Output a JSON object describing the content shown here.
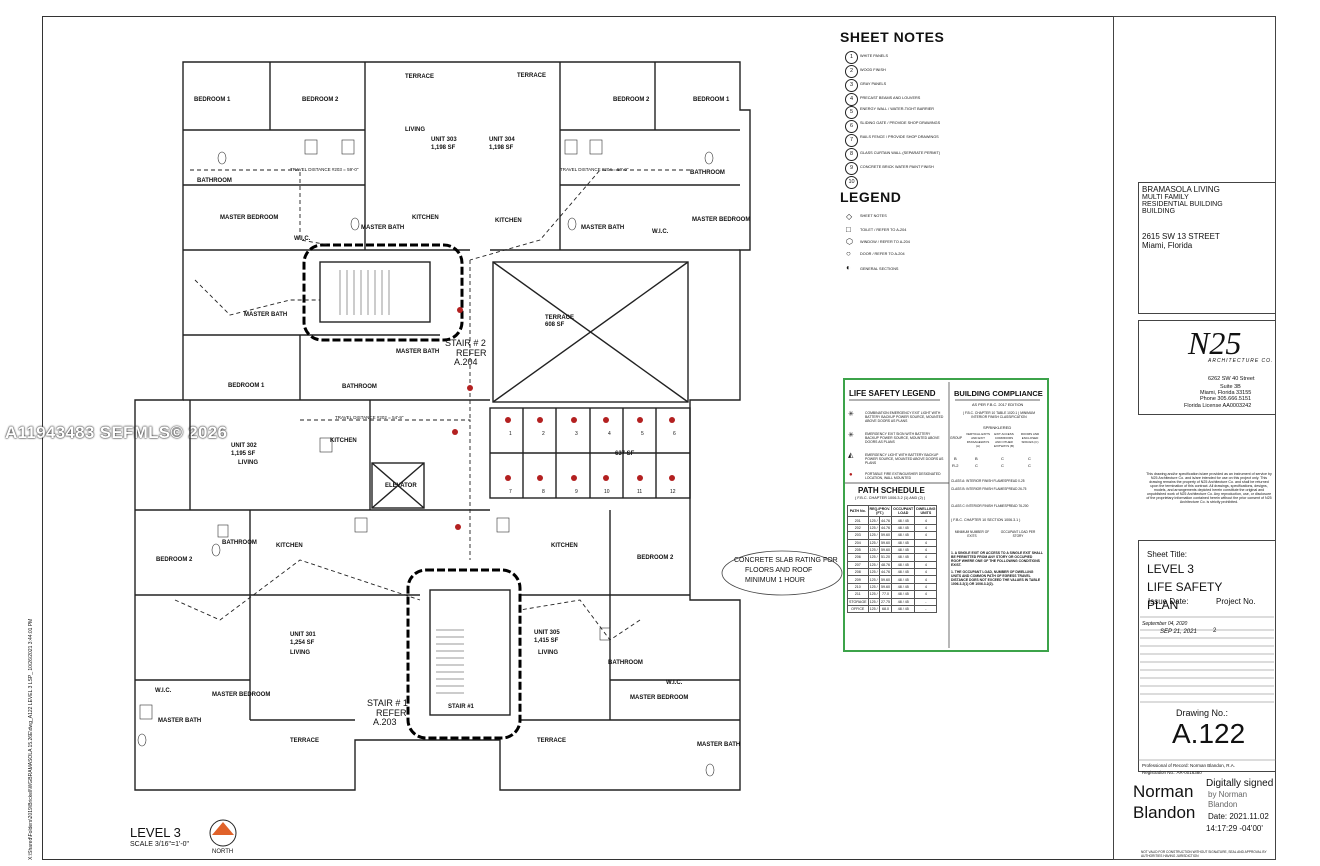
{
  "watermark": "A11943483  SEFMLS© 2026",
  "sheet_notes": {
    "title": "SHEET NOTES",
    "items": [
      {
        "n": "1",
        "text": "WHITE PANELS"
      },
      {
        "n": "2",
        "text": "WOOD FINISH"
      },
      {
        "n": "3",
        "text": "GRAY PANELS"
      },
      {
        "n": "4",
        "text": "PRECAST BEAMS AND LOUVERS"
      },
      {
        "n": "5",
        "text": "ENERGY WALL / WATER-TIGHT BARRIER"
      },
      {
        "n": "6",
        "text": "SLIDING GATE / PROVIDE SHOP DRAWINGS"
      },
      {
        "n": "7",
        "text": "RAILS FENCE / PROVIDE SHOP DRAWINGS"
      },
      {
        "n": "8",
        "text": "GLASS CURTAIN WALL (SEPARATE PERMIT)"
      },
      {
        "n": "9",
        "text": "CONCRETE BRICK WATER PAINT FINISH"
      },
      {
        "n": "10",
        "text": ""
      }
    ]
  },
  "legend": {
    "title": "LEGEND",
    "items": [
      "SHEET NOTES",
      "TOILET / REFER TO A-204",
      "WINDOW / REFER TO A-204",
      "DOOR / REFER TO A-204",
      "GENERAL SECTIONS"
    ]
  },
  "life_safety_legend": {
    "title": "LIFE SAFETY LEGEND",
    "items": [
      "COMBINATION EMERGENCY EXIT LIGHT WITH BATTERY BACKUP POWER SOURCE, MOUNTED ABOVE DOORS AS PLANS",
      "EMERGENCY EXIT SIGN WITH BATTERY BACKUP POWER SOURCE, MOUNTED ABOVE DOORS AS PLANS",
      "EMERGENCY LIGHT WITH BATTERY BACKUP POWER SOURCE, MOUNTED ABOVE DOORS AS PLANS",
      "PORTABLE FIRE EXTINGUISHER DESIGNATED LOCATION, WALL MOUNTED"
    ]
  },
  "building_compliance": {
    "title": "BUILDING COMPLIANCE",
    "subtitle": "AS PER F.B.C. 2017 EDITION",
    "note1": "( F.B.C. CHAPTER 10 TABLE 1020.1 ) MINIMUM INTERIOR FINISH CLASSIFICATION",
    "sprinklered": "SPRINKLERED",
    "headers": [
      "GROUP",
      "VERTICAL EXITS AND EXIT PASSAGEWAYS (A)",
      "EXIT ACCESS CORRIDORS AND OTHER EXITWAYS (B)",
      "ROOMS AND ENCLOSED SPACES (C)"
    ],
    "rows": [
      [
        "B",
        "B",
        "C",
        "C"
      ],
      [
        "R-2",
        "C",
        "C",
        "C"
      ]
    ],
    "notes": [
      "CLASS A: INTERIOR FINISH FLAMESPREAD 0-25",
      "CLASS B: INTERIOR FINISH FLAMESPREAD 26-75",
      "CLASS C: INTERIOR FINISH FLAMESPREAD 76-200"
    ],
    "egress_title": "( F.B.C. CHAPTER 10 SECTION 1006.3.1 )",
    "egress_cols": [
      "MINIMUM NUMBER OF EXITS",
      "OCCUPANT LOAD PER STORY"
    ],
    "egress_text1": "1. A SINGLE EXIT OR ACCESS TO A SINGLE EXIT SHALL BE PERMITTED FROM ANY STORY OR OCCUPIED ROOF WHERE ONE OF THE FOLLOWING CONDITIONS EXIST.",
    "egress_text2": "1. THE OCCUPANT LOAD, NUMBER OF DWELLING UNITS AND COMMON PATH OF EGRESS TRAVEL DISTANCE DOES NOT EXCEED THE VALUES IN TABLE 1006.3.2(1) OR 1006.3.2(2)."
  },
  "path_schedule": {
    "title": "PATH SCHEDULE",
    "subtitle": "( F.B.C. CHAPTER 1006.3.2 (1) AND (2) )",
    "headers": [
      "PATH No.",
      "REQ./PROV. (FT.)",
      "OCCUPANT LOAD",
      "DWELLING UNITS"
    ],
    "rows": [
      [
        "201",
        "125 / ",
        "44.76",
        "48 / 45",
        "4"
      ],
      [
        "202",
        "125 / ",
        "44.76",
        "48 / 45",
        "4"
      ],
      [
        "203",
        "125 / ",
        "59.60",
        "48 / 45",
        "4"
      ],
      [
        "204",
        "125 / ",
        "59.60",
        "48 / 45",
        "4"
      ],
      [
        "205",
        "125 / ",
        "59.60",
        "48 / 45",
        "4"
      ],
      [
        "206",
        "125 / ",
        "51.20",
        "48 / 45",
        "4"
      ],
      [
        "207",
        "125 / ",
        "48.76",
        "48 / 45",
        "4"
      ],
      [
        "208",
        "125 / ",
        "44.76",
        "48 / 45",
        "4"
      ],
      [
        "209",
        "125 / ",
        "59.60",
        "48 / 45",
        "4"
      ],
      [
        "210",
        "125 / ",
        "59.60",
        "48 / 45",
        "4"
      ],
      [
        "211",
        "125 / ",
        "77.0",
        "48 / 45",
        "4"
      ],
      [
        "STORAGE",
        "125 / ",
        "27.75",
        "48 / 45",
        "-"
      ],
      [
        "OFFICE",
        "125 / ",
        "68.0",
        "48 / 45",
        "-"
      ]
    ]
  },
  "title_block": {
    "project_name": "BRAMASOLA LIVING",
    "project_type1": "MULTI FAMILY",
    "project_type2": "RESIDENTIAL BUILDING",
    "project_type3": "BUILDING",
    "address1": "2615 SW 13 STREET",
    "address2": "Miami, Florida",
    "firm_logo": "N25",
    "firm_sub": "ARCHITECTURE CO.",
    "firm_addr1": "6262 SW 40 Street",
    "firm_addr2": "Suite 3B",
    "firm_addr3": "Miami, Florida 33155",
    "firm_phone": "Phone 305.666.5151",
    "firm_license": "Florida License AA0003242",
    "disclaimer": "This drawing and/or specification is/are provided as an instrument of service by N25 Architecture Co. and is/are intended for use on this project only. This drawing remains the property of N25 Architecture Co. and shall be returned upon the termination of this contract. All drawings, specifications, designs, models, and arrangements depicted herein constitute the original and unpublished work of N25 Architecture Co. Any reproduction, use, or disclosure of the proprietary information contained herein without the prior consent of N25 Architecture Co. is strictly prohibited.",
    "sheet_title_label": "Sheet Title:",
    "sheet_title1": "LEVEL 3",
    "sheet_title2": "LIFE SAFETY",
    "sheet_title3": "PLAN",
    "issue_date_label": "Issue Date:",
    "project_no_label": "Project No.",
    "issue1": "September 04, 2020",
    "issue2": "SEP 21, 2021",
    "issue2_rev": "2",
    "drawing_no_label": "Drawing No.:",
    "drawing_no": "A.122",
    "professional": "Professional of Record: Norman Blandon, R.A.",
    "registration": "Registration No.: AR-0016380",
    "sig_name1": "Norman",
    "sig_name2": "Blandon",
    "digital1": "Digitally signed",
    "digital2": "by Norman",
    "digital3": "Blandon",
    "digital4": "Date: 2021.11.02",
    "digital5": "14:17:29 -04'00'",
    "footer": "NOT VALID FOR CONSTRUCTION WITHOUT SIGNATURE, SEAL AND APPROVAL BY AUTHORITIES HAVING JURISDICTION"
  },
  "plan": {
    "level_title": "LEVEL 3",
    "scale": "SCALE 3/16\"=1'-0\"",
    "north": "NORTH",
    "slab_note1": "CONCRETE SLAB RATING FOR",
    "slab_note2": "FLOORS AND ROOF",
    "slab_note3": "MINIMUM 1 HOUR",
    "stair2": "STAIR # 2",
    "stair2_refer": "REFER",
    "stair2_sheet": "A.204",
    "stair1": "STAIR # 1",
    "stair1_refer": "REFER",
    "stair1_sheet": "A.203",
    "filepath": "X:\\Shared\\Folders\\2019\\Brickell\\WGBRAMASOLA 15.26E\\dwg_A122 LEVEL 3 LSP_ 10/26/2021 3:44:01 PM",
    "rooms": [
      {
        "id": "bed1a",
        "label": "BEDROOM 1"
      },
      {
        "id": "bed2a",
        "label": "BEDROOM 2"
      },
      {
        "id": "terrace1",
        "label": "TERRACE"
      },
      {
        "id": "terrace2",
        "label": "TERRACE"
      },
      {
        "id": "living304",
        "label": "LIVING"
      },
      {
        "id": "unit303",
        "label": "UNIT 303"
      },
      {
        "id": "unit303sf",
        "label": "1,198 SF"
      },
      {
        "id": "unit304",
        "label": "UNIT 304"
      },
      {
        "id": "unit304sf",
        "label": "1,198 SF"
      },
      {
        "id": "bed2b",
        "label": "BEDROOM 2"
      },
      {
        "id": "bed1b",
        "label": "BEDROOM 1"
      },
      {
        "id": "bath1",
        "label": "BATHROOM"
      },
      {
        "id": "bath2",
        "label": "BATHROOM"
      },
      {
        "id": "mbed1",
        "label": "MASTER BEDROOM"
      },
      {
        "id": "wic1",
        "label": "W.I.C."
      },
      {
        "id": "kitchen1",
        "label": "KITCHEN"
      },
      {
        "id": "kitchen2",
        "label": "KITCHEN"
      },
      {
        "id": "mbath1",
        "label": "MASTER BATH"
      },
      {
        "id": "mbath2",
        "label": "MASTER BATH"
      },
      {
        "id": "wic2",
        "label": "W.I.C."
      },
      {
        "id": "mbed2",
        "label": "MASTER BEDROOM"
      },
      {
        "id": "terrace608",
        "label": "TERRACE"
      },
      {
        "id": "terrace608sf",
        "label": "608 SF"
      },
      {
        "id": "mbath3",
        "label": "MASTER BATH"
      },
      {
        "id": "mbath4",
        "label": "MASTER BATH"
      },
      {
        "id": "bed1c",
        "label": "BEDROOM 1"
      },
      {
        "id": "bath3",
        "label": "BATHROOM"
      },
      {
        "id": "unit302",
        "label": "UNIT 302"
      },
      {
        "id": "unit302sf",
        "label": "1,195 SF"
      },
      {
        "id": "living302",
        "label": "LIVING"
      },
      {
        "id": "kitchen3",
        "label": "KITCHEN"
      },
      {
        "id": "elevator",
        "label": "ELEVATOR"
      },
      {
        "id": "storage",
        "label": "637 SF"
      },
      {
        "id": "bed2c",
        "label": "BEDROOM 2"
      },
      {
        "id": "bath4",
        "label": "BATHROOM"
      },
      {
        "id": "kitchen4",
        "label": "KITCHEN"
      },
      {
        "id": "unit301",
        "label": "UNIT 301"
      },
      {
        "id": "unit301sf",
        "label": "1,254 SF"
      },
      {
        "id": "living301",
        "label": "LIVING"
      },
      {
        "id": "kitchen5",
        "label": "KITCHEN"
      },
      {
        "id": "bed2d",
        "label": "BEDROOM 2"
      },
      {
        "id": "unit305",
        "label": "UNIT 305"
      },
      {
        "id": "unit305sf",
        "label": "1,415 SF"
      },
      {
        "id": "living305",
        "label": "LIVING"
      },
      {
        "id": "bath5",
        "label": "BATHROOM"
      },
      {
        "id": "wic3",
        "label": "W.I.C."
      },
      {
        "id": "mbed3",
        "label": "MASTER BEDROOM"
      },
      {
        "id": "mbath5",
        "label": "MASTER BATH"
      },
      {
        "id": "terrace3",
        "label": "TERRACE"
      },
      {
        "id": "terrace4",
        "label": "TERRACE"
      },
      {
        "id": "mbed4",
        "label": "MASTER BEDROOM"
      },
      {
        "id": "wic4",
        "label": "W.I.C."
      },
      {
        "id": "mbath6",
        "label": "MASTER BATH"
      },
      {
        "id": "stair1lbl",
        "label": "STAIR #1"
      }
    ],
    "travel1": "TRAVEL DISTANCE #203 = 59'-0\"",
    "travel2": "TRAVEL DISTANCE #204 = 59'-0\"",
    "travel3": "TRAVEL DISTANCE #202 = 54'-9\"",
    "storage_nums": [
      "1",
      "2",
      "3",
      "4",
      "5",
      "6",
      "7",
      "8",
      "9",
      "10",
      "11",
      "12"
    ]
  }
}
